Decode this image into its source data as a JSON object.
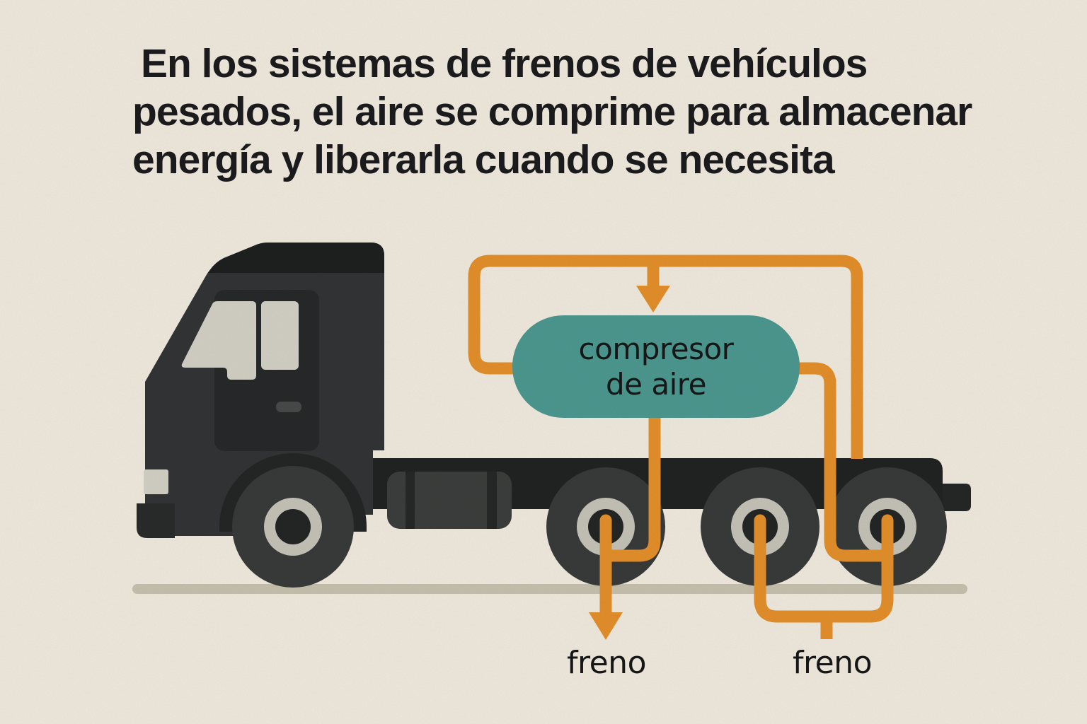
{
  "title": {
    "line1": "En los sistemas de frenos de vehículos",
    "line2": "pesados, el aire se comprime para almacenar",
    "line3": "energía y liberarla cuando se necesita"
  },
  "compressor": {
    "label_line1": "compresor",
    "label_line2": "de aire"
  },
  "brakes": {
    "left_label": "freno",
    "right_label": "freno"
  },
  "icons": {
    "inlet_arrow": "down-arrow-icon",
    "brake_arrow": "down-arrow-icon"
  },
  "colors": {
    "background": "#f5efe2",
    "pipe_orange": "#e8922c",
    "compressor_teal": "#4e9b93",
    "text_ink": "#1b1b1d",
    "truck_cab": "#333536",
    "truck_cab_dark": "#1f2121",
    "truck_bed": "#222424",
    "tire": "#3a3c3c",
    "wheel_ring": "#c9c6bb",
    "wheel_hub": "#252727",
    "window": "#d7d4c9",
    "ground": "#cbc4b2"
  }
}
